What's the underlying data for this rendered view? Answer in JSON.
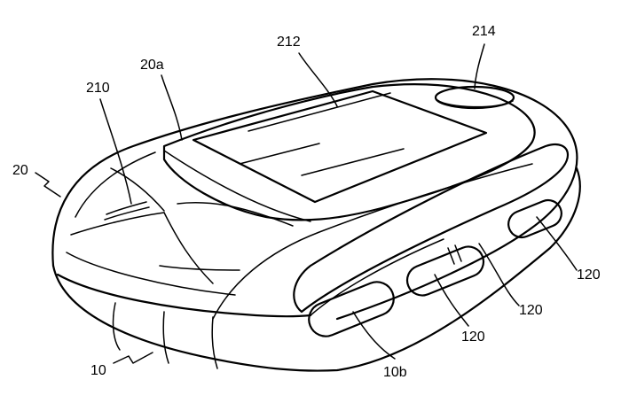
{
  "figure": {
    "labels": {
      "device_body": "10",
      "recess": "10b",
      "cover": "20",
      "cover_top": "20a",
      "cover_edge": "210",
      "display": "212",
      "top_button": "214",
      "side_button_right": "120",
      "side_button_middle": "120",
      "side_button_left": "120"
    }
  }
}
